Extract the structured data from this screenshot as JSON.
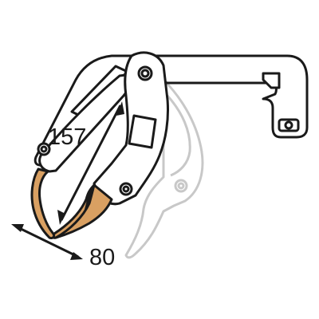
{
  "figure": {
    "dimensions": [
      {
        "id": "jaw_length",
        "value": "157"
      },
      {
        "id": "throat_width",
        "value": "80"
      }
    ]
  },
  "colors": {
    "outline": "#1a1a1a",
    "ghost_outline": "#c8c8c8",
    "jaw_fill": "#d9a062",
    "arrow": "#1a1a1a",
    "background": "#ffffff"
  }
}
